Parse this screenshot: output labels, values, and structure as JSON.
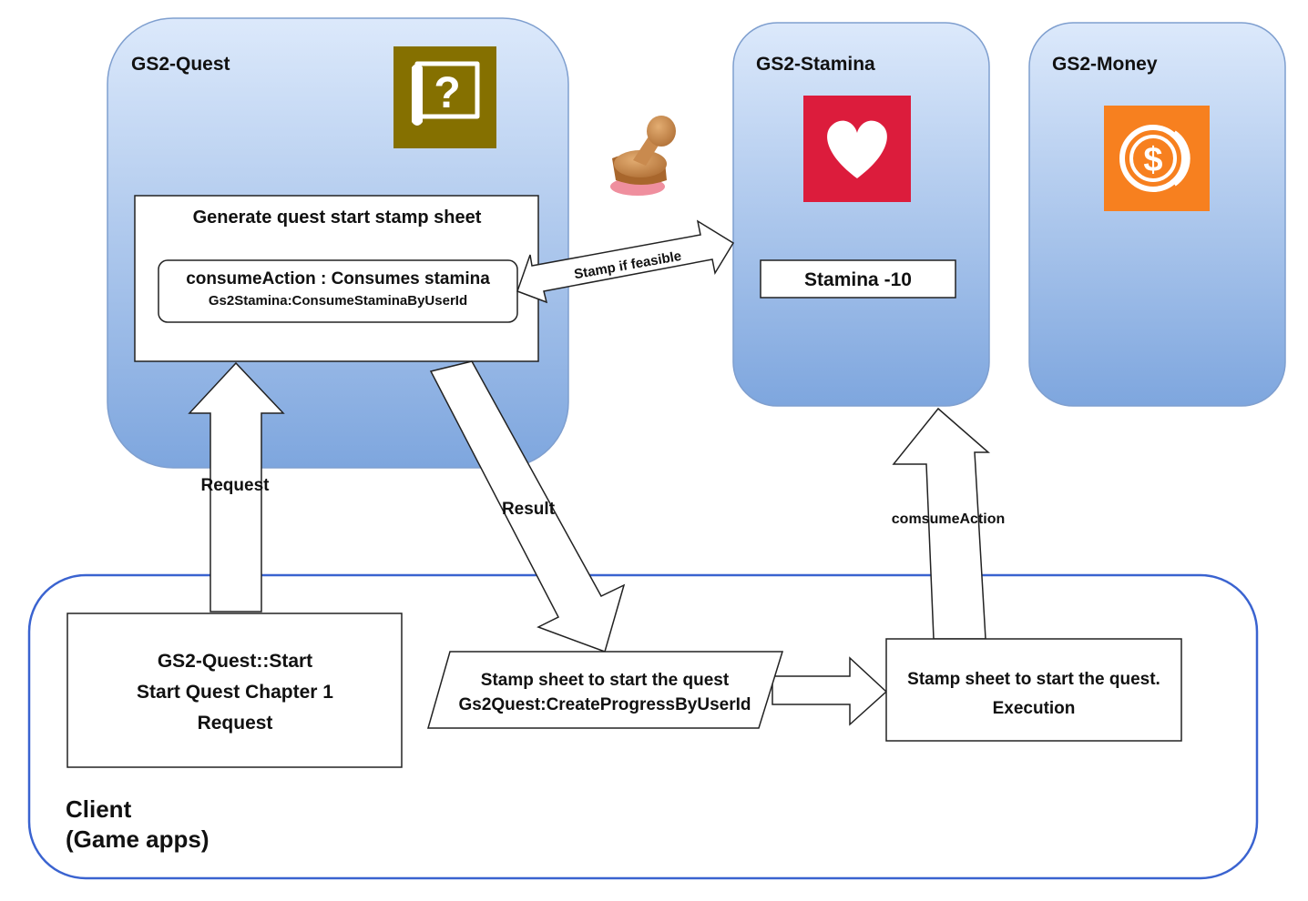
{
  "services": {
    "quest": {
      "title": "GS2-Quest"
    },
    "stamina": {
      "title": "GS2-Stamina"
    },
    "money": {
      "title": "GS2-Money"
    }
  },
  "quest_box": {
    "title": "Generate quest start stamp sheet",
    "action_line1": "consumeAction : Consumes stamina",
    "action_line2": "Gs2Stamina:ConsumeStaminaByUserId"
  },
  "stamina_box": {
    "label": "Stamina -10"
  },
  "arrows": {
    "stamp": "Stamp if feasible",
    "request": "Request",
    "result": "Result",
    "consume": "comsumeAction"
  },
  "client": {
    "title_line1": "Client",
    "title_line2": "(Game apps)",
    "start_box": {
      "line1": "GS2-Quest::Start",
      "line2": "Start Quest Chapter 1",
      "line3": "Request"
    },
    "stamp_sheet": {
      "line1": "Stamp sheet to start the quest",
      "line2": "Gs2Quest:CreateProgressByUserId"
    },
    "execution_box": {
      "line1": "Stamp sheet to start the quest.",
      "line2": "Execution"
    }
  },
  "icons": {
    "quest": "quest-map-icon",
    "stamina": "heart-icon",
    "money": "coin-icon",
    "stamp": "stamp-icon"
  },
  "colors": {
    "service_top": "#dce9fb",
    "service_bottom": "#7ea6de",
    "client_border": "#3a63d0",
    "quest_icon_bg": "#857000",
    "stamina_icon_bg": "#dc1c3c",
    "money_icon_bg": "#f7801f"
  }
}
